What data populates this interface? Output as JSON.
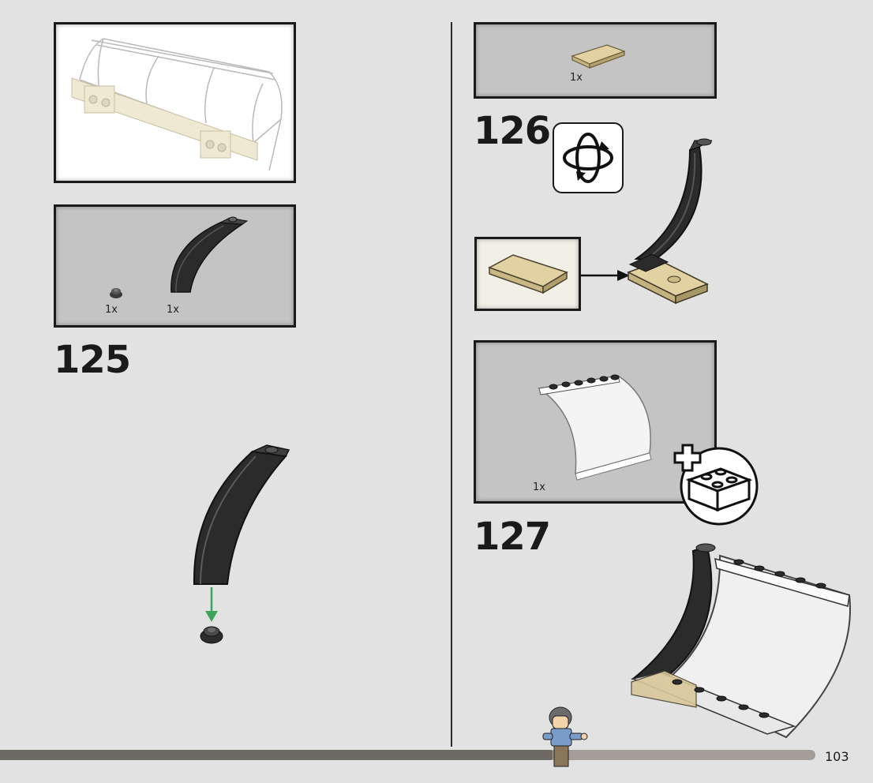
{
  "steps": {
    "s125": {
      "number": "125",
      "parts": [
        {
          "qty": "1x",
          "part": "round-plate-1x1-dark-gray"
        },
        {
          "qty": "1x",
          "part": "curved-slope-black"
        }
      ]
    },
    "s126": {
      "number": "126",
      "parts": [
        {
          "qty": "1x",
          "part": "tile-1x2-tan"
        }
      ],
      "icon": "rotate-model-icon"
    },
    "s127": {
      "number": "127",
      "parts": [
        {
          "qty": "1x",
          "part": "curved-windscreen-transparent"
        }
      ],
      "icon": "add-subassembly-icon"
    }
  },
  "page": {
    "number": "103"
  },
  "colors": {
    "background": "#e2e2e2",
    "parts_box": "#c4c4c4",
    "tan": "#d8c79a",
    "black_brick": "#2b2b2b",
    "arrow_green": "#3aa55a",
    "progress_dark": "#6d6a64",
    "progress_light": "#a39f98"
  }
}
